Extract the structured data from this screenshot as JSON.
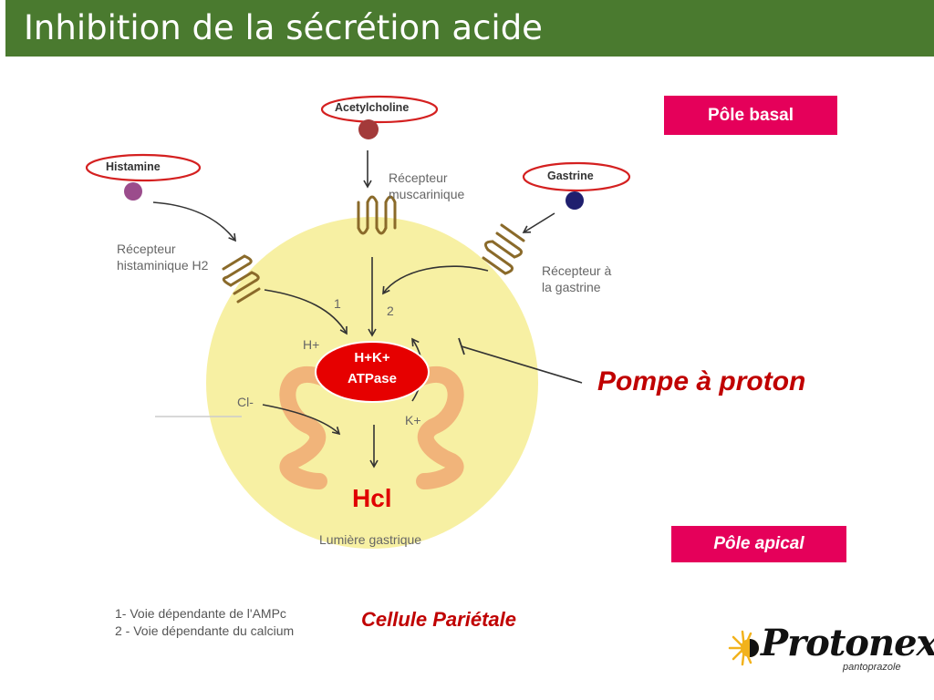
{
  "slide": {
    "title": "Inhibition de la sécrétion acide"
  },
  "labels": {
    "pole_basal": "Pôle basal",
    "pole_apical": "Pôle apical",
    "pompe": "Pompe à proton",
    "cellule": "Cellule Pariétale",
    "hcl": "Hcl",
    "lumiere": "Lumière gastrique"
  },
  "ligands": {
    "acetylcholine": "Acetylcholine",
    "histamine": "Histamine",
    "gastrine": "Gastrine"
  },
  "receptors": {
    "muscarinique_line1": "Récepteur",
    "muscarinique_line2": "muscarinique",
    "h2_line1": "Récepteur",
    "h2_line2": "histaminique H2",
    "gastrine_line1": "Récepteur à",
    "gastrine_line2": "la gastrine"
  },
  "pathways": {
    "path1": "1",
    "path2": "2",
    "legend_1": "1- Voie dépendante de l'AMPc",
    "legend_2": "2 - Voie dépendante du calcium"
  },
  "ions": {
    "hplus": "H+",
    "kplus": "K+",
    "cl": "Cl-"
  },
  "atpase": {
    "line1": "H+K+",
    "line2": "ATPase"
  },
  "logo": {
    "name": "Protonex",
    "sub": "pantoprazole"
  },
  "colors": {
    "title_bar": "#4a7a2f",
    "accent": "#e5005a",
    "cell": "#f7f0a3",
    "membrane": "#f1b47a",
    "red": "#c00000",
    "atpase": "#e60000"
  }
}
